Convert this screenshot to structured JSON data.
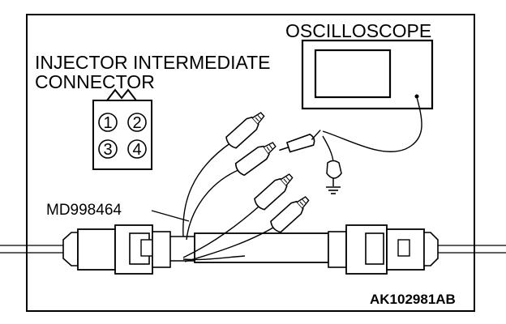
{
  "labels": {
    "oscilloscope": "OSCILLOSCOPE",
    "connector_line1": "INJECTOR INTERMEDIATE",
    "connector_line2": "CONNECTOR",
    "tool": "MD998464",
    "figure_code": "AK102981AB"
  },
  "connector_pins": [
    "1",
    "2",
    "3",
    "4"
  ],
  "colors": {
    "line": "#000000",
    "background": "#ffffff"
  }
}
